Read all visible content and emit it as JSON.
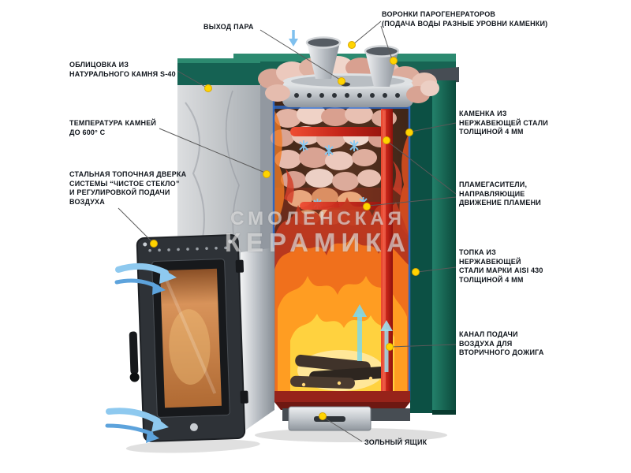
{
  "watermark": {
    "line1": "СМОЛЕНСКАЯ",
    "line2": "КЕРАМИКА"
  },
  "callouts": {
    "steam_outlet": "ВЫХОД ПАРА",
    "steam_funnels": "ВОРОНКИ ПАРОГЕНЕРАТОРОВ\n(ПОДАЧА ВОДЫ РАЗНЫЕ УРОВНИ КАМЕНКИ)",
    "stone_cladding": "ОБЛИЦОВКА ИЗ\nНАТУРАЛЬНОГО КАМНЯ S-40",
    "stone_temperature": "ТЕМПЕРАТУРА КАМНЕЙ\nДО 600° С",
    "firebox_door": "СТАЛЬНАЯ ТОПОЧНАЯ ДВЕРКА\nСИСТЕМЫ “ЧИСТОЕ СТЕКЛО”\nИ РЕГУЛИРОВКОЙ ПОДАЧИ\nВОЗДУХА",
    "stone_heater": "КАМЕНКА ИЗ\nНЕРЖАВЕЮЩЕЙ СТАЛИ\nТОЛЩИНОЙ 4 ММ",
    "flame_arresters": "ПЛАМЕГАСИТЕЛИ,\nНАПРАВЛЯЮЩИЕ\nДВИЖЕНИЕ ПЛАМЕНИ",
    "firebox": "ТОПКА ИЗ\nНЕРЖАВЕЮЩЕЙ\nСТАЛИ МАРКИ AISI 430\nТОЛЩИНОЙ 4 ММ",
    "air_channel": "КАНАЛ ПОДАЧИ\nВОЗДУХА ДЛЯ\nВТОРИЧНОГО ДОЖИГА",
    "ash_box": "ЗОЛЬНЫЙ ЯЩИК"
  },
  "palette": {
    "callout_dot": "#ffd400",
    "leader_line": "#5a5a5a",
    "casing_green": "#176453",
    "stone_pink": "#e8c4b6",
    "fire_orange": "#ff9d22",
    "channel_red": "#c32418",
    "air_blue": "#8ec9ef",
    "marble_gray": "#c3c6c9"
  }
}
